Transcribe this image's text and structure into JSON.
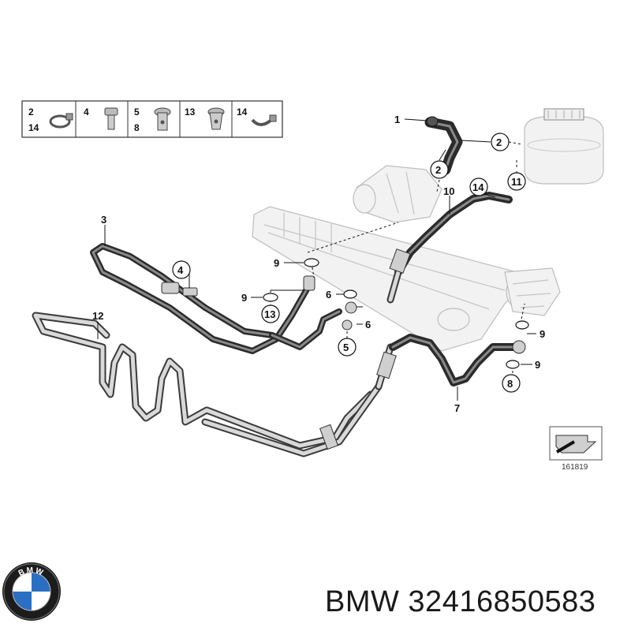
{
  "parts_legend": [
    {
      "labels": [
        "2",
        "14"
      ],
      "icon": "hose-clamp-icon"
    },
    {
      "labels": [
        "4"
      ],
      "icon": "bolt-icon"
    },
    {
      "labels": [
        "5",
        "8"
      ],
      "icon": "banjo-bolt-icon"
    },
    {
      "labels": [
        "13"
      ],
      "icon": "hollow-bolt-icon"
    },
    {
      "labels": [
        "14"
      ],
      "icon": "clip-icon"
    }
  ],
  "callouts": {
    "c1": "1",
    "c2a": "2",
    "c2b": "2",
    "c3": "3",
    "c4": "4",
    "c5": "5",
    "c6a": "6",
    "c6b": "6",
    "c7": "7",
    "c8": "8",
    "c9a": "9",
    "c9b": "9",
    "c9c": "9",
    "c9d": "9",
    "c10": "10",
    "c11": "11",
    "c12": "12",
    "c13": "13",
    "c14": "14"
  },
  "diagram_number": "161819",
  "brand_caption": "BMW 32416850583",
  "logo": {
    "name": "bmw-roundel-logo",
    "text": "BMW"
  },
  "colors": {
    "line": "#2b2b2b",
    "ghost": "#bdbdbd",
    "logo_blue": "#2a6fc2"
  }
}
